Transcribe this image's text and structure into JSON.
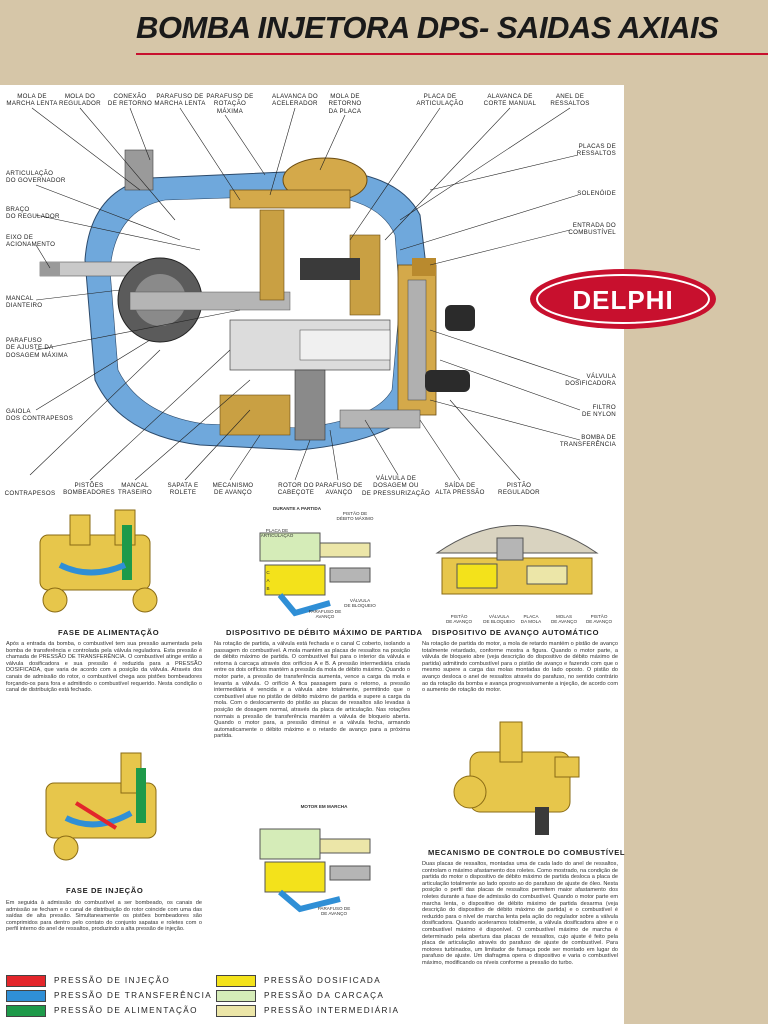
{
  "title": "BOMBA INJETORA DPS- SAIDAS AXIAIS",
  "brand": "DELPHI",
  "colors": {
    "accent_red": "#c8102e",
    "background": "#d6c6a8",
    "brass": "#d4a94a",
    "housing_blue": "#6fa8dc"
  },
  "labels": {
    "mola_marcha_lenta": "MOLA DE\nMARCHA LENTA",
    "mola_regulador": "MOLA DO\nREGULADOR",
    "conexao_retorno": "CONEXÃO\nDE RETORNO",
    "parafuso_marcha_lenta": "PARAFUSO DE\nMARCHA LENTA",
    "parafuso_rotacao": "PARAFUSO DE\nROTAÇÃO\nMÁXIMA",
    "alavanca_acelerador": "ALAVANCA DO\nACELERADOR",
    "mola_retorno": "MOLA DE\nRETORNO\nDA PLACA",
    "placa_articulacao": "PLACA DE\nARTICULAÇÃO",
    "alavanca_corte": "ALAVANCA DE\nCORTE MANUAL",
    "anel_ressaltos": "ANEL DE\nRESSALTOS",
    "placas_ressaltos": "PLACAS DE\nRESSALTOS",
    "solenoide": "SOLENÓIDE",
    "entrada_combustivel": "ENTRADA DO\nCOMBUSTÍVEL",
    "articulacao_governador": "ARTICULAÇÃO\nDO GOVERNADOR",
    "braco_regulador": "BRAÇO\nDO REGULADOR",
    "eixo_acionamento": "EIXO DE\nACIONAMENTO",
    "mancal_dianteiro": "MANCAL\nDIANTEIRO",
    "parafuso_ajuste": "PARAFUSO\nDE AJUSTE DA\nDOSAGEM MÁXIMA",
    "gaiola_contrapesos": "GAIOLA\nDOS CONTRAPESOS",
    "valvula_dosificadora": "VÁLVULA\nDOSIFICADORA",
    "filtro_nylon": "FILTRO\nDE NYLON",
    "bomba_transferencia": "BOMBA DE\nTRANSFERÊNCIA",
    "contrapesos": "CONTRAPESOS",
    "pistoes_bombeadores": "PISTÕES\nBOMBEADORES",
    "mancal_traseiro": "MANCAL\nTRASEIRO",
    "sapata_rolete": "SAPATA E\nROLETE",
    "mecanismo_avanco": "MECANISMO\nDE AVANÇO",
    "rotor_cabecote": "ROTOR DO\nCABEÇOTE",
    "parafuso_avanco": "PARAFUSO DE\nAVANÇO",
    "valvula_dosagem": "VÁLVULA DE\nDOSAGEM OU\nDE PRESSURIZAÇÃO",
    "saida_alta": "SAÍDA DE\nALTA PRESSÃO",
    "pistao_regulador": "PISTÃO\nREGULADOR"
  },
  "sections": {
    "alimentacao": {
      "heading": "FASE DE ALIMENTAÇÃO",
      "text": "Após a entrada da bomba, o combustível tem sua pressão aumentada pela bomba de transferência e controlada pela válvula reguladora. Esta pressão é chamada de PRESSÃO DE TRANSFERÊNCIA. O combustível atinge então a válvula dosificadora e sua pressão é reduzida para a PRESSÃO DOSIFICADA, que varia de acordo com a posição da válvula. Através dos canais de admissão do rotor, o combustível chega aos pistões bombeadores forçando-os para fora e admitindo o combustível requerido. Nesta condição o canal de distribuição está fechado."
    },
    "debito": {
      "heading": "DISPOSITIVO DE DÉBITO MÁXIMO DE PARTIDA",
      "fig_caption": "DURANTE A PARTIDA",
      "fig_labels": {
        "placa": "PLACA DE\nARTICULAÇÃO",
        "pistao": "PISTÃO DE\nDÉBITO MÁXIMO",
        "valvula": "VÁLVULA\nDE BLOQUEIO",
        "parafuso": "PARAFUSO DE\nAVANÇO",
        "a": "A",
        "b": "B",
        "c": "C"
      },
      "text": "Na rotação de partida, a válvula está fechada e o canal C coberto, isolando a passagem do combustível. A mola mantém as placas de ressaltos na posição de débito máximo de partida. O combustível flui para o interior da válvula e retorna à carcaça através dos orifícios A e B. A pressão intermediária criada entre os dois orifícios mantém a pressão da mola de débito máximo. Quando o motor parte, a pressão de transferência aumenta, vence a carga da mola e levanta a válvula. O orifício A fica passagem para o retorno, a pressão intermediária é vencida e a válvula abre totalmente, permitindo que o combustível atue no pistão de débito máximo de partida e supere a carga da mola. Com o deslocamento do pistão as placas de ressaltos são levadas à posição de dosagem normal, através da placa de articulação. Nas rotações normais a pressão de transferência mantém a válvula de bloqueio aberta. Quando o motor para, a pressão diminui e a válvula fecha, armando automaticamente o débito máximo e o retardo de avanço para a próxima partida."
    },
    "avanco": {
      "heading": "DISPOSITIVO DE AVANÇO AUTOMÁTICO",
      "fig_labels": {
        "pistao": "PISTÃO\nDE AVANÇO",
        "valvula": "VÁLVULA\nDE BLOQUEIO",
        "placa": "PLACA\nDA MOLA",
        "molas": "MOLAS\nDE AVANÇO",
        "pistao2": "PISTÃO\nDE AVANÇO"
      },
      "text": "Na rotação de partida do motor, a mola de retardo mantém o pistão de avanço totalmente retardado, conforme mostra a figura. Quando o motor parte, a válvula de bloqueio abre (veja descrição do dispositivo de débito máximo de partida) admitindo combustível para o pistão de avanço e fazendo com que o mesmo supere a carga das molas montadas do lado oposto. O pistão do avanço desloca o anel de ressaltos através do parafuso, no sentido contrário ao da rotação da bomba e avança progressivamente a injeção, de acordo com o aumento de rotação do motor."
    },
    "injecao": {
      "heading": "FASE DE INJEÇÃO",
      "text": "Em seguida à admissão do combustível a ser bombeado, os canais de admissão se fecham e o canal de distribuição do rotor coincide com uma das saídas de alta pressão. Simultaneamente os pistões bombeadores são comprimidos para dentro pelo contato do conjunto sapatas e roletes com o perfil interno do anel de ressaltos, produzindo a alta pressão de injeção."
    },
    "marcha": {
      "fig_caption": "MOTOR EM MARCHA",
      "fig_label": "PARAFUSO DE\nDE AVANÇO"
    },
    "controle": {
      "heading": "MECANISMO DE CONTROLE DO COMBUSTÍVEL",
      "text": "Duas placas de ressaltos, montadas uma de cada lado do anel de ressaltos, controlam o máximo afastamento dos roletes. Como mostrado, na condição de partida do motor o dispositivo de débito máximo de partida desloca a placa de articulação totalmente ao lado oposto ao do parafuso de ajuste de óleo. Nesta posição o perfil das placas de ressaltos permitem maior afastamento dos roletes durante a fase de admissão do combustível. Quando o motor parte em marcha lenta, o dispositivo de débito máximo de partida desarma (veja descrição do dispositivo de débito máximo de partida) e o combustível é reduzido para o nível de marcha lenta pela ação do regulador sobre a válvula dosificadora. Quando aceleramos totalmente, a válvula dosificadora abre e o combustível máximo é disponível. O combustível máximo de marcha é determinado pela abertura das placas de ressaltos, cujo ajuste é feito pela placa de articulação através do parafuso de ajuste de combustível. Para motores turbinados, um limitador de fumaça pode ser montado em lugar do parafuso de ajuste. Um diafragma opera o dispositivo e varia o combustível máximo, modificando os níveis conforme a pressão do turbo."
    }
  },
  "legend": [
    {
      "label": "PRESSÃO DE INJEÇÃO",
      "color": "#e3262b"
    },
    {
      "label": "PRESSÃO DE TRANSFERÊNCIA",
      "color": "#2f8fd6"
    },
    {
      "label": "PRESSÃO DE ALIMENTAÇÃO",
      "color": "#1e9a4a"
    },
    {
      "label": "PRESSÃO DOSIFICADA",
      "color": "#f3e21b"
    },
    {
      "label": "PRESSÃO DA CARCAÇA",
      "color": "#d5ecb8"
    },
    {
      "label": "PRESSÃO INTERMEDIÁRIA",
      "color": "#ece6a8"
    }
  ]
}
